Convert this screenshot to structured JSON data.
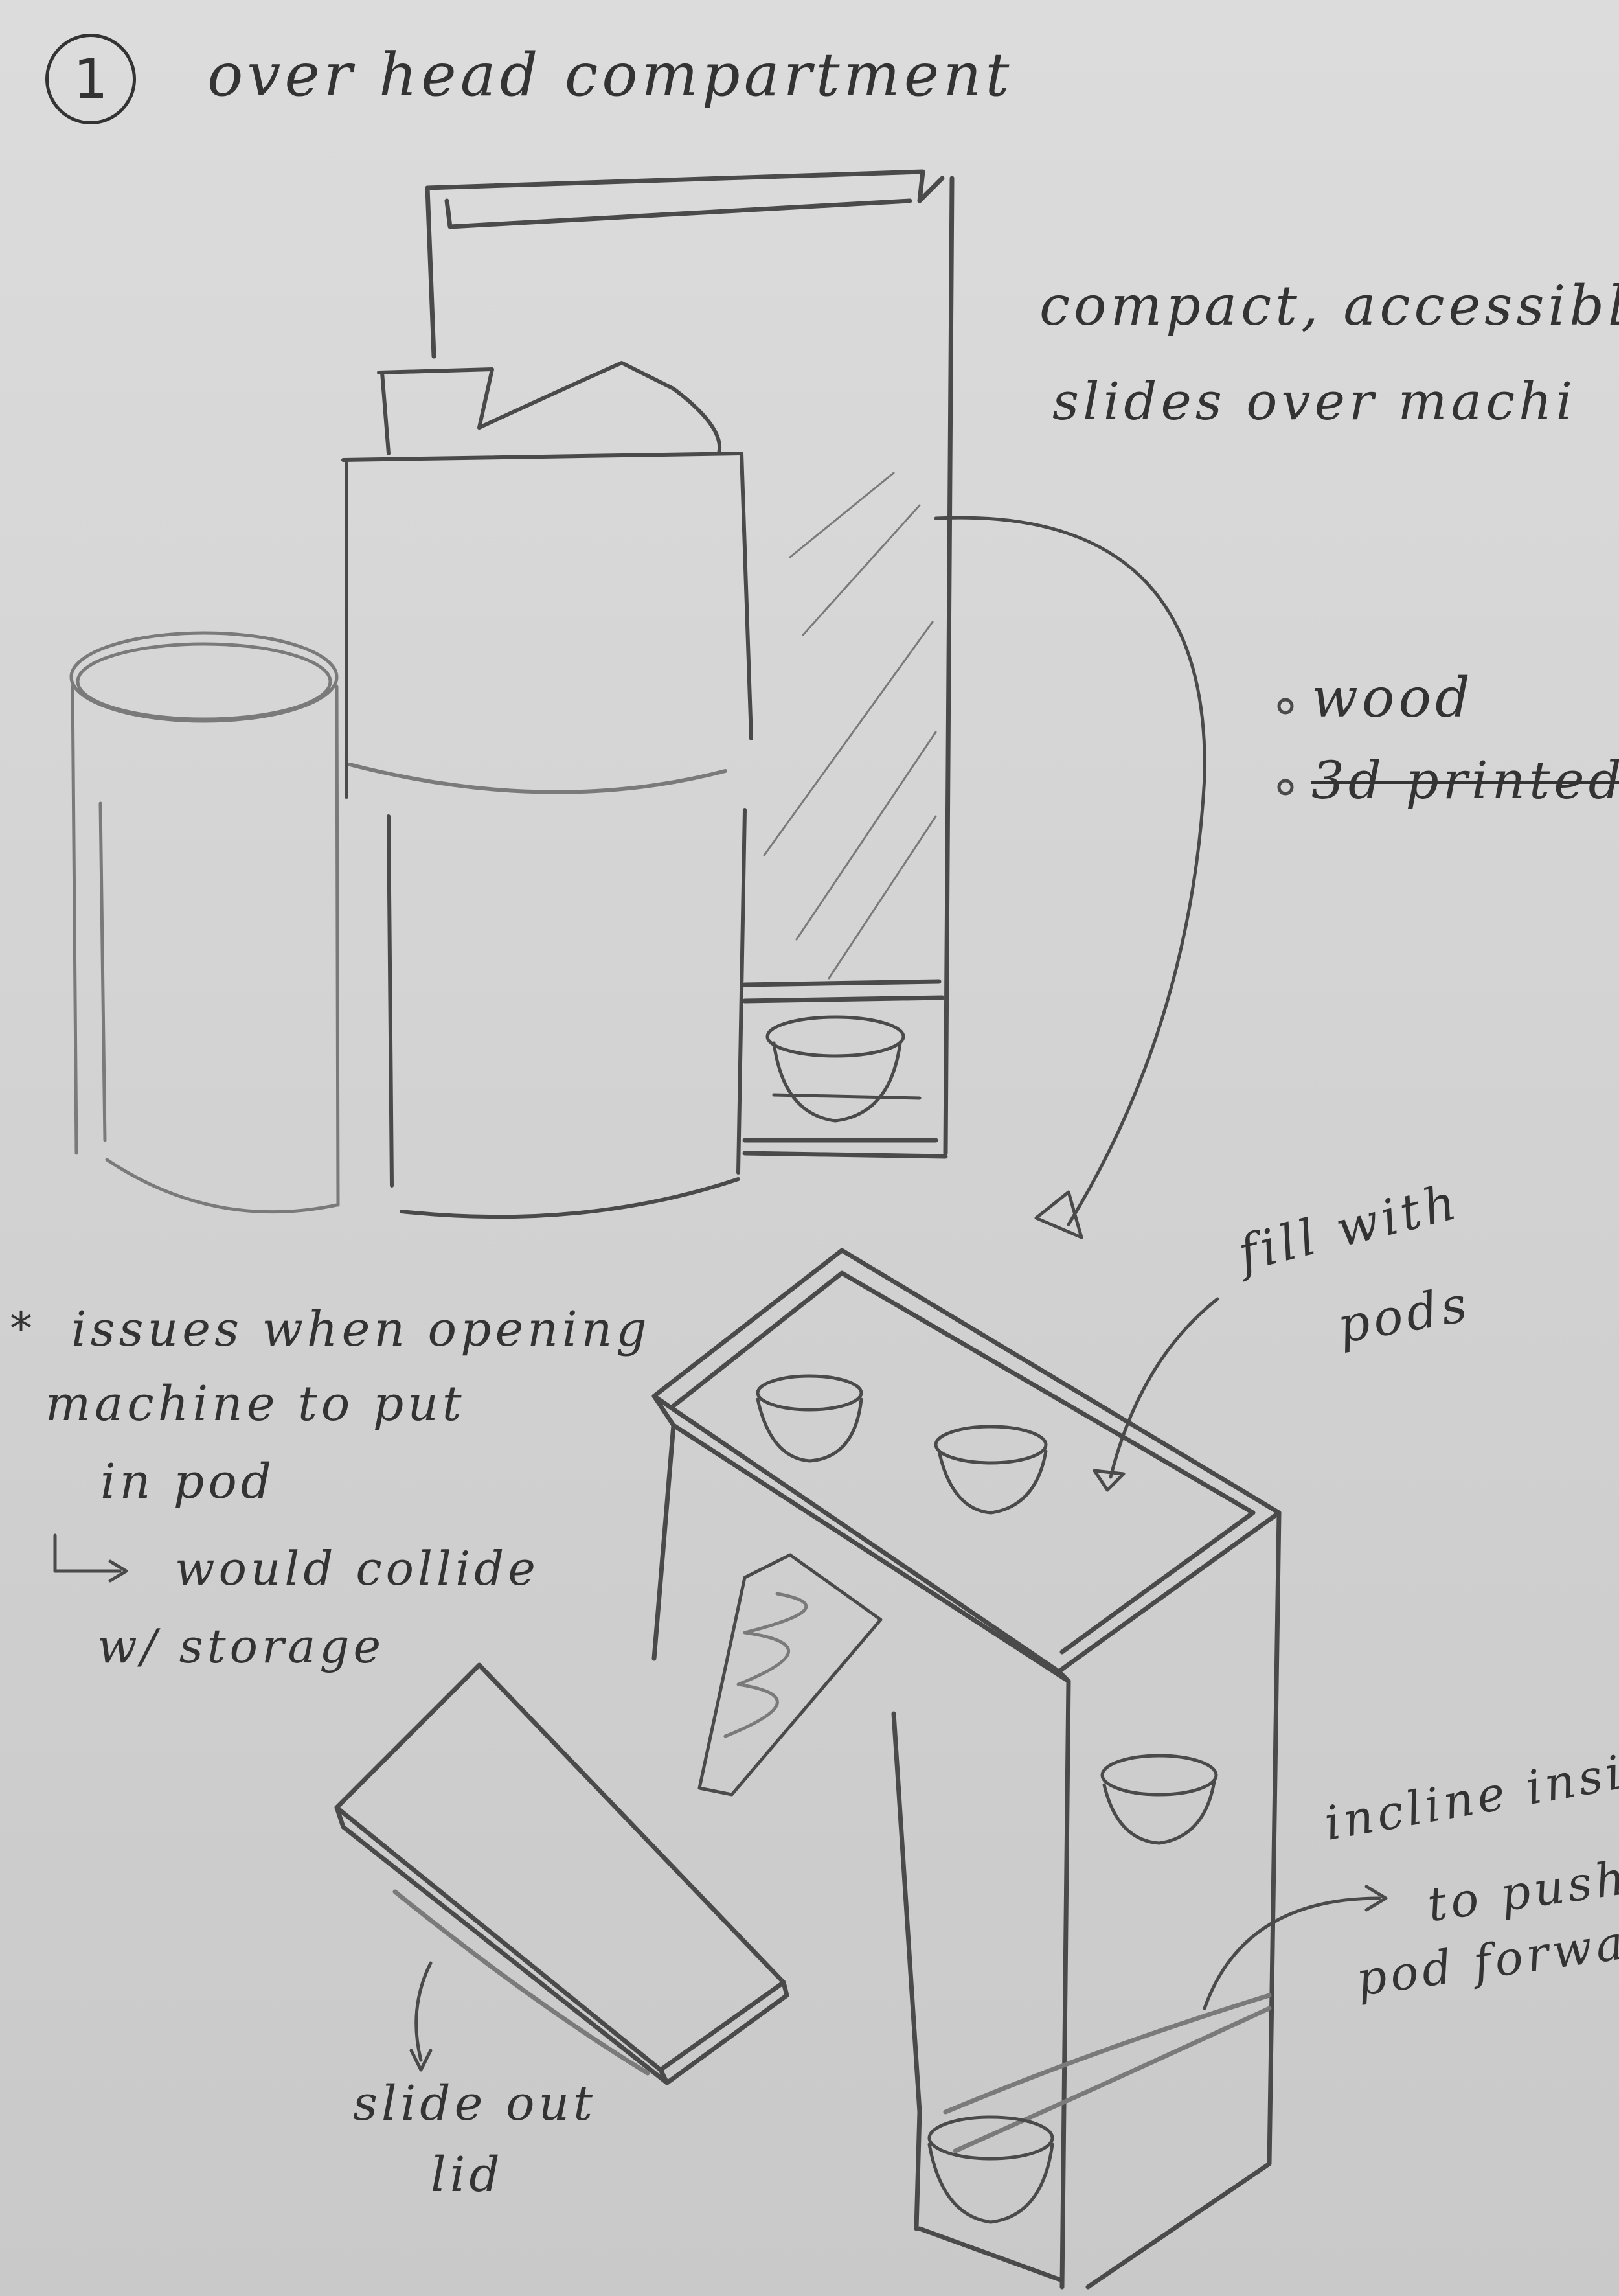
{
  "step_number": "1",
  "title": "over head compartment",
  "notes": {
    "description_line1": "compact, accessible",
    "description_line2": "slides over machi",
    "material_option1": "wood",
    "material_option2": "3d printed",
    "issues_line1": "issues when opening",
    "issues_line2": "machine to put",
    "issues_line3": "in pod",
    "issues_line4": "would collide",
    "issues_line5": "w/ storage",
    "fill_line1": "fill with",
    "fill_line2": "pods",
    "incline_line1": "incline insid",
    "incline_line2": "to push",
    "incline_line3": "pod forwar",
    "slide_line1": "slide out",
    "slide_line2": "lid"
  }
}
